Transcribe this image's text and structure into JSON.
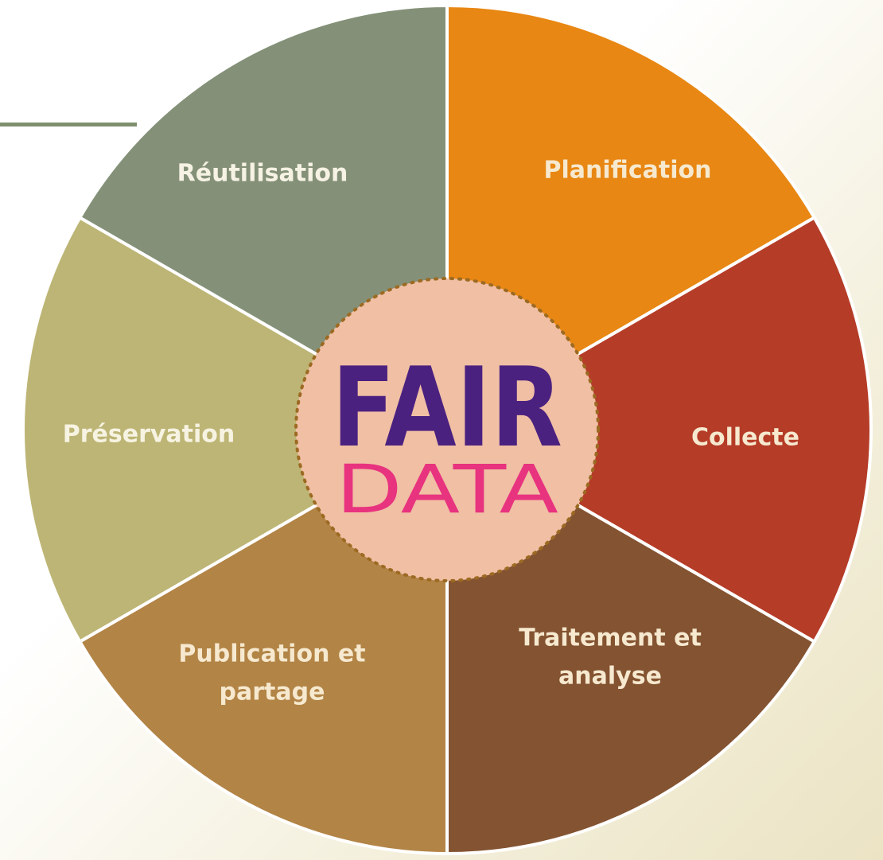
{
  "logo": {
    "word_top": "FAIR",
    "word_bottom": "DATA",
    "color_top": "#4b2180",
    "color_bottom": "#e8337f",
    "background": "#f0bfa4",
    "border": "#9c6a22"
  },
  "segments": [
    {
      "id": "planification",
      "lines": [
        "Planification"
      ],
      "color": "#e88713",
      "text_color": "#f6e9cf"
    },
    {
      "id": "collecte",
      "lines": [
        "Collecte"
      ],
      "color": "#b53c27",
      "text_color": "#f6e9cf"
    },
    {
      "id": "traitement",
      "lines": [
        "Traitement et",
        "analyse"
      ],
      "color": "#845331",
      "text_color": "#f6e9cf"
    },
    {
      "id": "publication",
      "lines": [
        "Publication et",
        "partage"
      ],
      "color": "#b28446",
      "text_color": "#f6e9cf"
    },
    {
      "id": "preservation",
      "lines": [
        "Préservation"
      ],
      "color": "#bdb575",
      "text_color": "#f7f3e2"
    },
    {
      "id": "reutilisation",
      "lines": [
        "Réutilisation"
      ],
      "color": "#849178",
      "text_color": "#f6f2e4"
    }
  ],
  "accent_color": "#7e8f6d"
}
